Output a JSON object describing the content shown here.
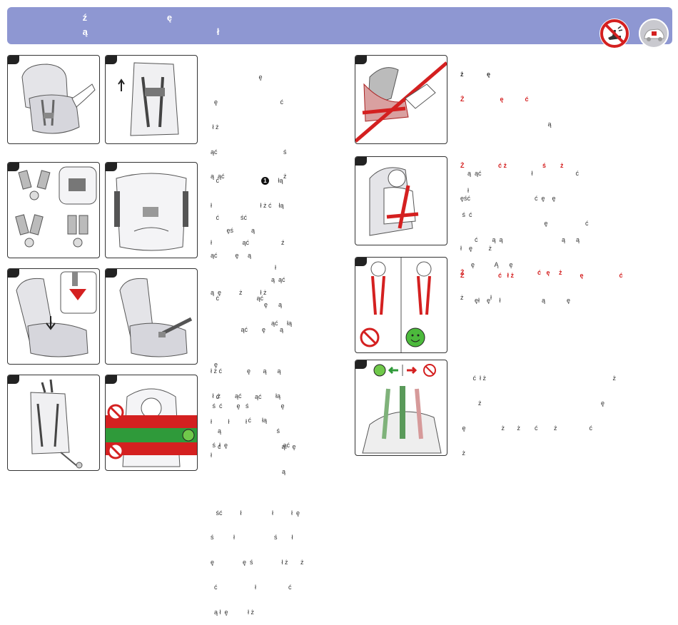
{
  "header": {
    "line1": "      ź                        ę",
    "line2": "      ą                                       ł"
  },
  "icons": {
    "no_seat": "no-airbag-seat-icon",
    "car": "car-icon",
    "accent": "#8e97d2",
    "red": "#d42020",
    "green": "#2f9a3a"
  },
  "col2": {
    "b1": [
      "                             ę",
      "    ę                                   ć",
      "   ł ż",
      "  ąć                                     ś",
      "  ą  ąć                                 ż",
      "",
      "     ć            ść",
      "  ł                 ąć                  ź",
      "                                      ł",
      "  ą  ę          ż          ł ż"
    ],
    "b2": [
      "     ć                                 łą",
      "  ł                           ł ż ć    łą",
      "           ęś          ą",
      "  ąć          ę     ą",
      "                                    ą  ąć",
      "                                ę      ą",
      "                   ąć        ę        ą",
      "",
      "  ł ż ć              ę       ą      ą",
      "   ł  ż        ąć                   łą",
      "                       ć      łą",
      "   ś  ł  ę                               ąć"
    ],
    "b3": [
      "     ć                     ąć",
      "                                    ąć     łą",
      "",
      "    ę",
      "",
      "   ś  ć        ę   ś                  ę",
      "      ą                               ś",
      "  ł"
    ],
    "b4": [
      "     ć                    ąć",
      "  ł         ł         ł",
      "      ć                                  ą    ę",
      "                                          ą",
      "",
      "     ść          ł                 ł          ł  ę",
      "  ś           ł                      ś        ł",
      "  ę                ę  ś                ł ż       ż",
      "    ć                     ł                  ć",
      "    ą ł  ę           ł ż"
    ],
    "marker": "1"
  },
  "col4": {
    "b1": [
      "  ż             ę",
      "  Ż                    ę            ć",
      "                                                   ą",
      "",
      "  Ż                   ć ż                    ś        ż",
      "      ł",
      "   ś  ć",
      "          ć        ą  ą                                 ą      ą",
      "        ę           Ą      ę"
    ],
    "b2": [
      "      ą  ąć                            ł                        ć",
      "  ęść                                    ć  ę    ę",
      "                                                 ę                     ć",
      "  ł    ę         ż",
      "  Ż                                         ć   ę     ż",
      "  ż               ł"
    ],
    "b3": [
      "  Ż                   ć   ł ż                                     ę                    ć",
      "          ęł    ę     ł                       ą            ę"
    ],
    "b4": [
      "         ć  ł ż                                                                       ż",
      "            ż                                                                   ę",
      "   ę                    ż       ż        ć         ż                  ć",
      "   ż"
    ]
  }
}
